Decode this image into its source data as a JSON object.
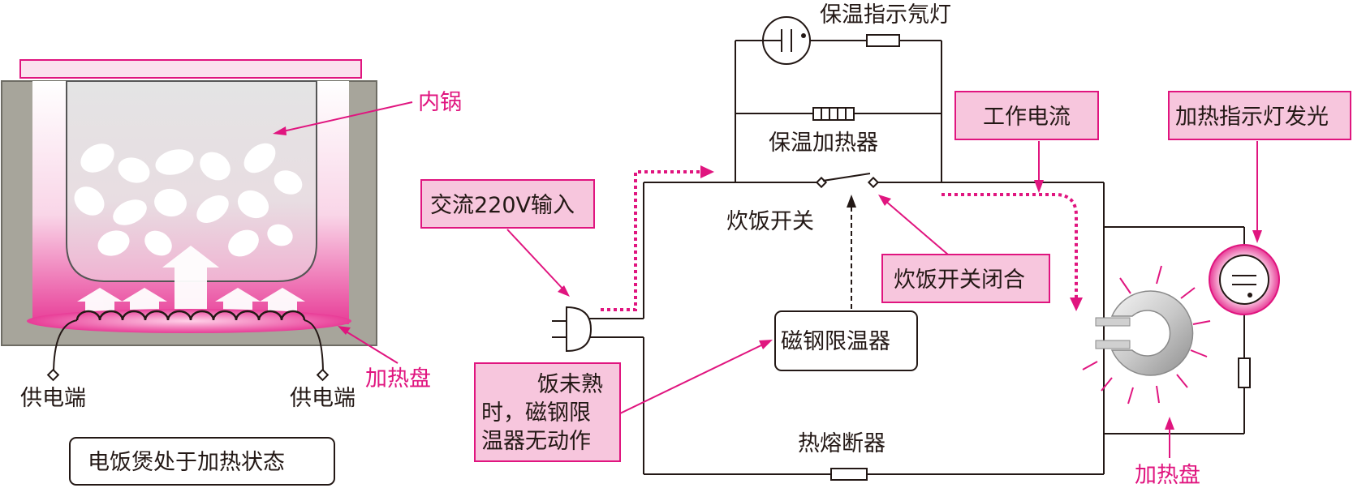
{
  "cooker": {
    "inner_pot": "内锅",
    "heating_plate": "加热盘",
    "terminal_left": "供电端",
    "terminal_right": "供电端",
    "state_caption": "电饭煲处于加热状态"
  },
  "circuit": {
    "warm_lamp": "保温指示氖灯",
    "warm_heater": "保温加热器",
    "cook_switch": "炊饭开关",
    "magnet_thermostat": "磁钢限温器",
    "thermal_fuse": "热熔断器",
    "heating_plate": "加热盘"
  },
  "callouts": {
    "ac_input": "交流220V输入",
    "working_current": "工作电流",
    "heat_lamp_on": "加热指示灯发光",
    "switch_closed": "炊饭开关闭合",
    "not_cooked_line1": "饭未熟",
    "not_cooked_line2": "时，磁钢限",
    "not_cooked_line3": "温器无动作"
  },
  "colors": {
    "accent": "#e0157f",
    "callout_fill": "#f7c6dd",
    "line": "#231815",
    "housing": "#a7a59b"
  }
}
